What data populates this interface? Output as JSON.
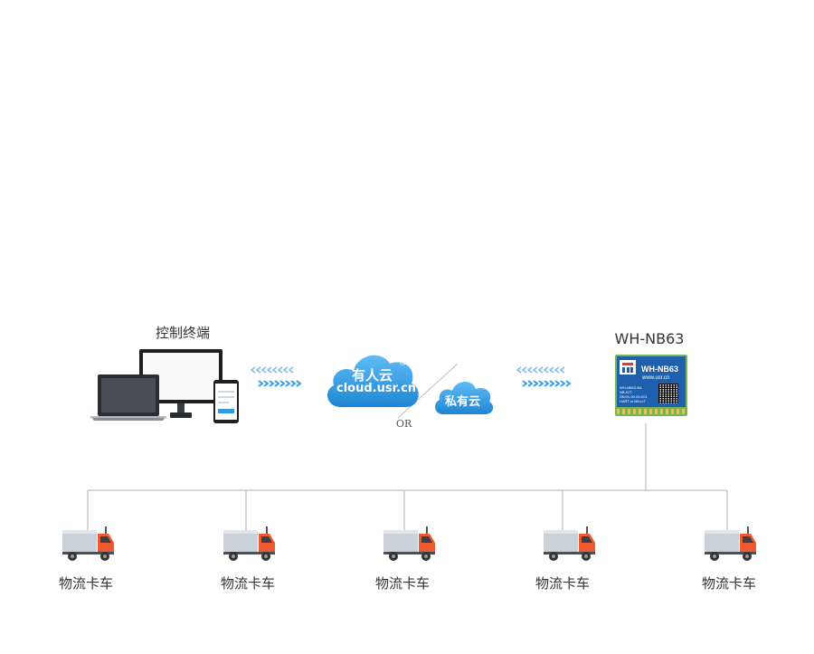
{
  "terminal": {
    "label": "控制终端"
  },
  "cloud_main": {
    "title": "有人云",
    "url": "cloud.usr.cn",
    "mark": "®"
  },
  "cloud_private": {
    "title": "私有云"
  },
  "or_label": "OR",
  "module": {
    "name": "WH-NB63",
    "chip_title": "WH-NB63",
    "chip_url": "www.usr.cn",
    "chip_lines": [
      "WH-NB63-BA",
      "NB-IOT",
      "SN:01-00-00-001",
      "UART to NB-IoT"
    ]
  },
  "trucks": [
    {
      "label": "物流卡车"
    },
    {
      "label": "物流卡车"
    },
    {
      "label": "物流卡车"
    },
    {
      "label": "物流卡车"
    },
    {
      "label": "物流卡车"
    }
  ],
  "colors": {
    "line": "#c8c8c8",
    "chevron": "#3a9fe0",
    "cloud": "#2f9be2",
    "truck_cab": "#ee5a2f",
    "truck_body": "#c9d2da"
  }
}
